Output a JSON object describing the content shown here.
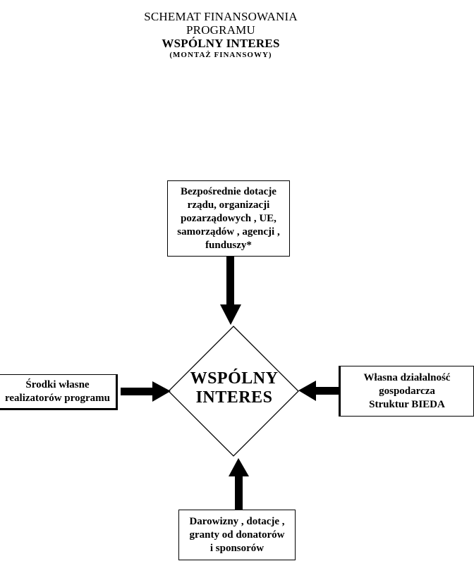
{
  "title": {
    "line1": "SCHEMAT FINANSOWANIA",
    "line2": "PROGRAMU",
    "line3": "WSPÓLNY INTERES",
    "line4": "(MONTAŻ FINANSOWY)"
  },
  "center": {
    "line1": "WSPÓLNY",
    "line2": "INTERES"
  },
  "sources": {
    "top": {
      "lines": [
        "Bezpośrednie dotacje",
        "rządu, organizacji",
        "pozarządowych , UE,",
        "samorządów , agencji ,",
        "funduszy*"
      ]
    },
    "left": {
      "lines": [
        "Środki własne",
        "realizatorów programu"
      ]
    },
    "right": {
      "lines": [
        "Własna działalność",
        "gospodarcza",
        "Struktur BIEDA"
      ]
    },
    "bottom": {
      "lines": [
        "Darowizny , dotacje ,",
        "granty od donatorów",
        "i sponsorów"
      ]
    }
  }
}
